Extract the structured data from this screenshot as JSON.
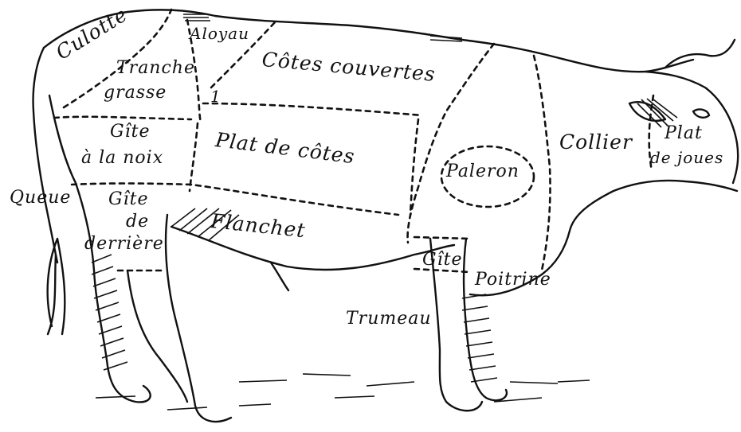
{
  "labels": {
    "culotte": "Culotte",
    "tranche_grasse_1": "Tranche",
    "tranche_grasse_2": "grasse",
    "aloyau": "Aloyau",
    "cotes_couvertes": "Côtes couvertes",
    "marker_1": "1",
    "gite_noix_1": "Gîte",
    "gite_noix_2": "à la noix",
    "plat_de_cotes": "Plat de côtes",
    "paleron": "Paleron",
    "collier": "Collier",
    "plat_joues_1": "Plat",
    "plat_joues_2": "de joues",
    "queue": "Queue",
    "gite_derriere_1": "Gîte",
    "gite_derriere_2": "de",
    "gite_derriere_3": "derrière",
    "flanchet": "Flanchet",
    "gite_avant": "Gîte",
    "poitrine": "Poitrine",
    "trumeau": "Trumeau"
  },
  "colors": {
    "ink": "#111111",
    "paper": "#ffffff"
  }
}
